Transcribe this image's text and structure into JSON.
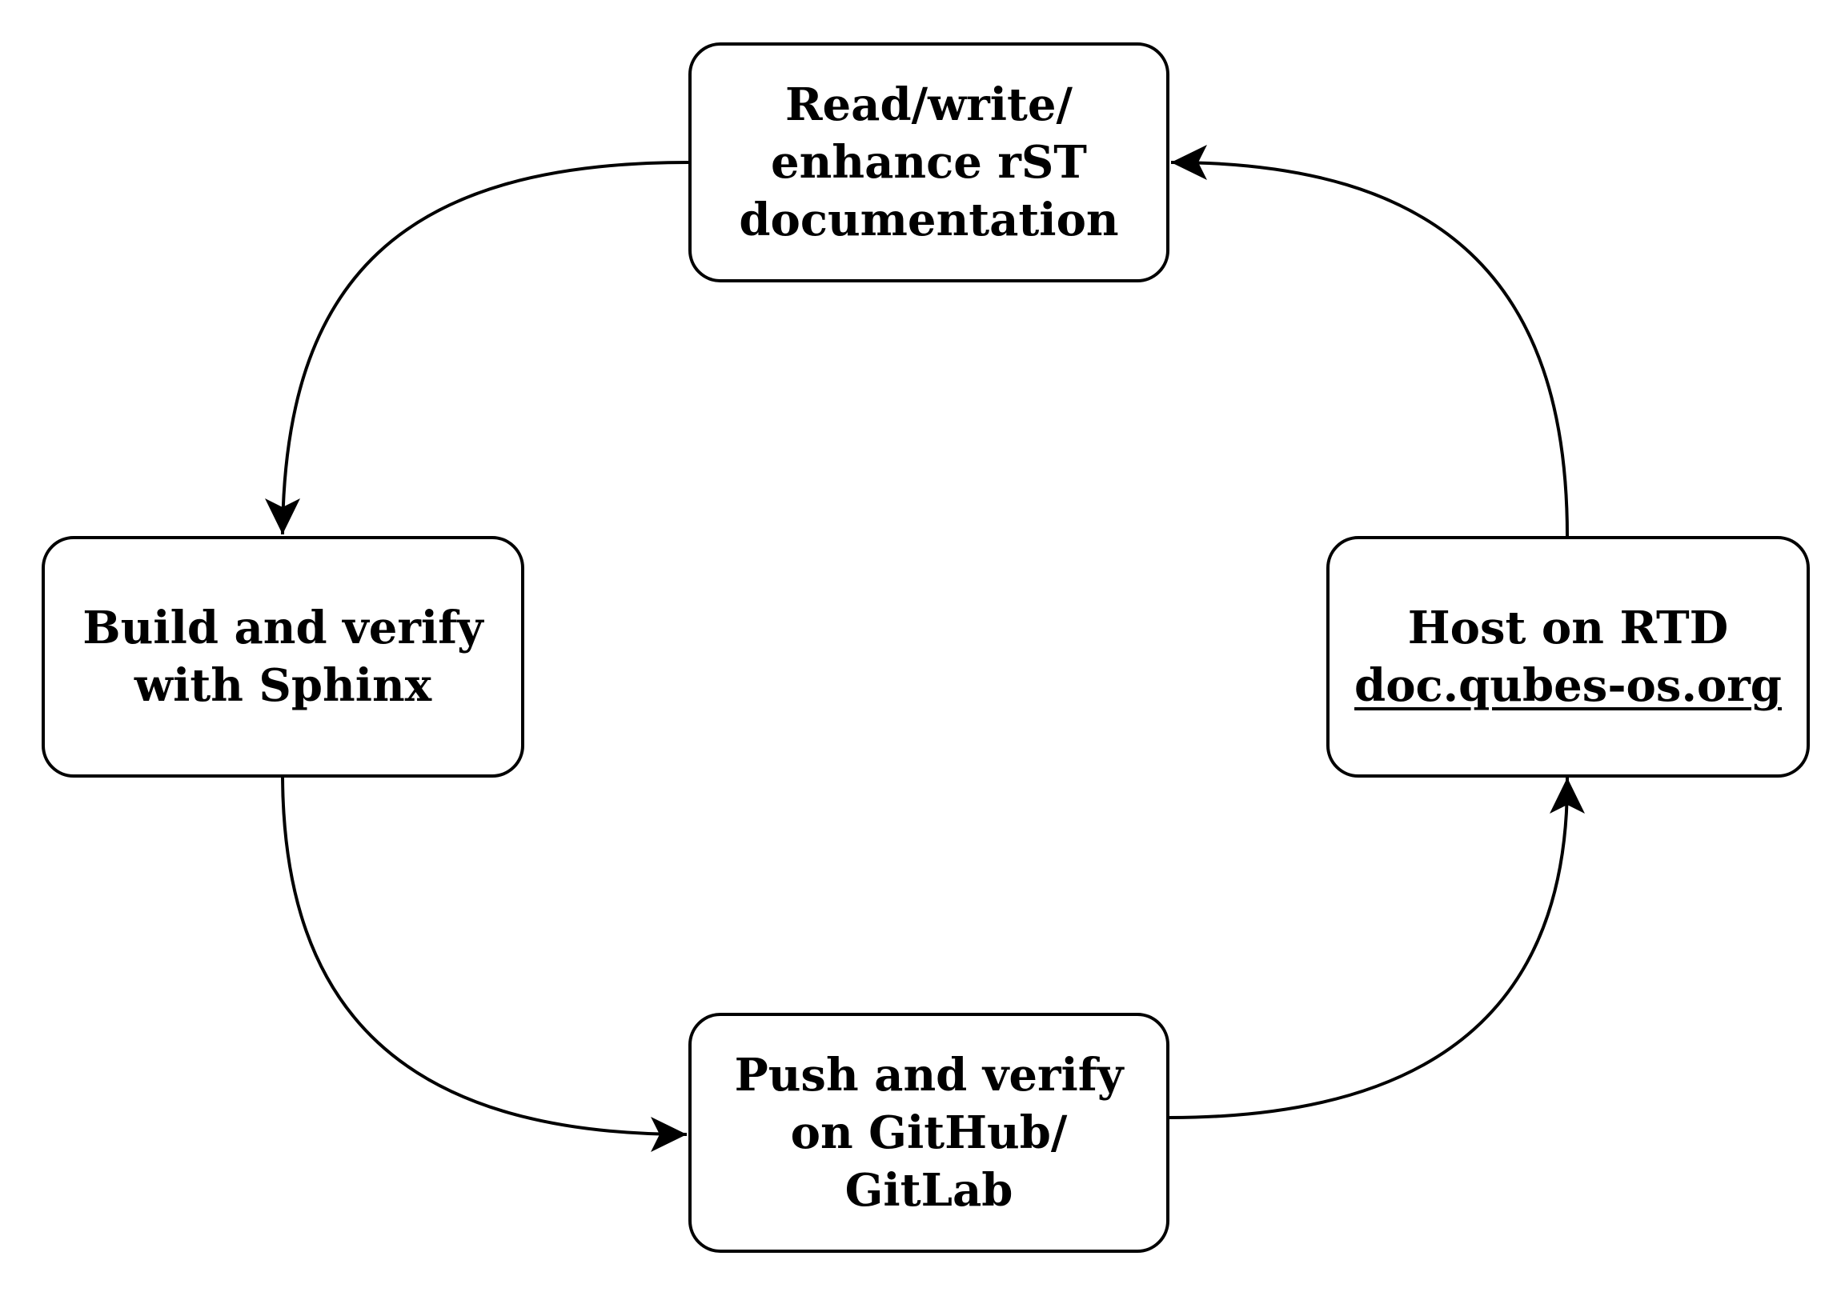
{
  "nodes": {
    "read": {
      "lines": [
        "Read/write/",
        "enhance rST",
        "documentation"
      ]
    },
    "build": {
      "lines": [
        "Build and verify",
        "with Sphinx"
      ]
    },
    "push": {
      "lines": [
        "Push and verify",
        "on GitHub/",
        "GitLab"
      ]
    },
    "host": {
      "lines": [
        "Host on RTD",
        "doc.qubes-os.org"
      ]
    }
  },
  "edges": [
    {
      "from": "read",
      "to": "build"
    },
    {
      "from": "build",
      "to": "push"
    },
    {
      "from": "push",
      "to": "host"
    },
    {
      "from": "host",
      "to": "read"
    }
  ],
  "colors": {
    "stroke": "#000000",
    "background": "#ffffff"
  }
}
